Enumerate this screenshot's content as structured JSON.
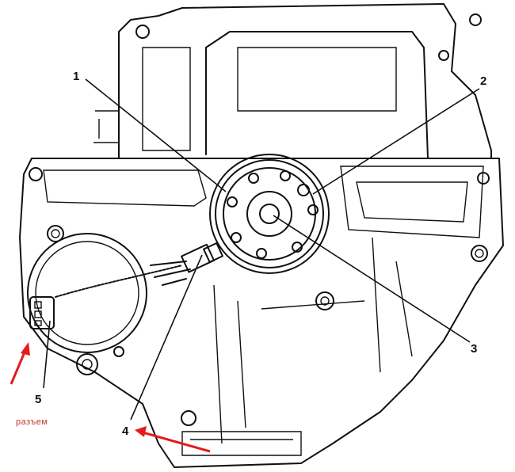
{
  "callouts": [
    {
      "number": "1"
    },
    {
      "number": "2"
    },
    {
      "number": "3"
    },
    {
      "number": "4"
    },
    {
      "number": "5"
    }
  ],
  "annotation": {
    "text": "разъем",
    "color": "#c0392b"
  },
  "arrow_color": "#e31c1c"
}
